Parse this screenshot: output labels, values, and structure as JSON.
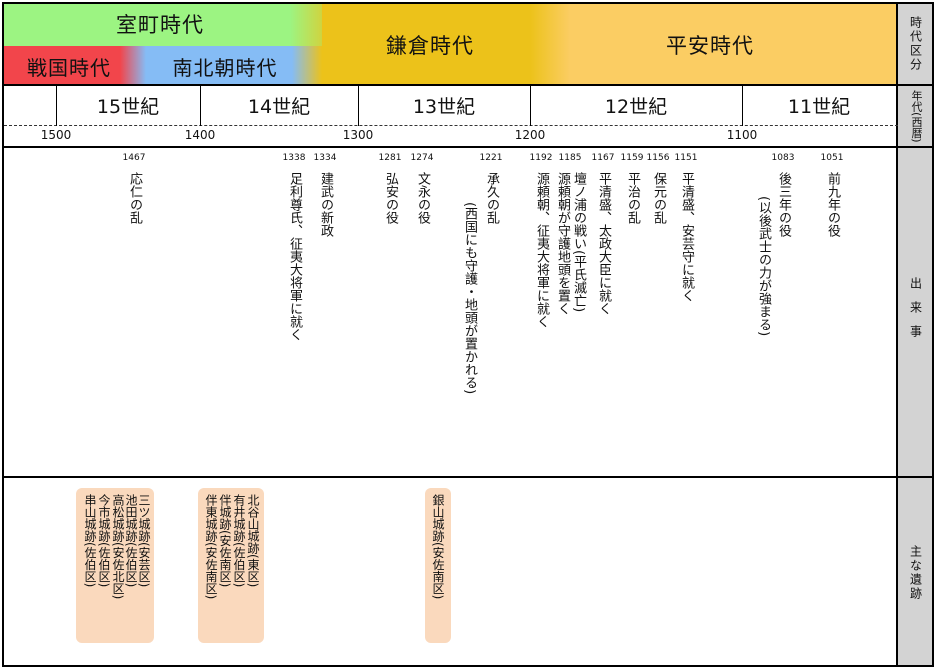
{
  "side_labels": {
    "era_division": "時代区分",
    "period": "年代(西暦)",
    "events": "出来事",
    "sites": "主な遺跡"
  },
  "eras": {
    "muromachi": "室町時代",
    "sengoku": "戦国時代",
    "nanbokucho": "南北朝時代",
    "kamakura": "鎌倉時代",
    "heian": "平安時代"
  },
  "colors": {
    "muromachi": "#9cf482",
    "sengoku": "#f2454b",
    "nanbokucho": "#85bcf5",
    "kamakura": "#ecc21a",
    "heian": "#fbcd63",
    "side": "#d3d3d3",
    "site_box": "#fad9bd"
  },
  "centuries": [
    "15世紀",
    "14世紀",
    "13世紀",
    "12世紀",
    "11世紀"
  ],
  "years": [
    "1500",
    "1400",
    "1300",
    "1200",
    "1100"
  ],
  "events": [
    {
      "year": "1467",
      "text": "応仁の乱"
    },
    {
      "year": "1338",
      "text": "足利尊氏、征夷大将軍に就く"
    },
    {
      "year": "1334",
      "text": "建武の新政"
    },
    {
      "year": "1281",
      "text": "弘安の役"
    },
    {
      "year": "1274",
      "text": "文永の役"
    },
    {
      "year": "1221",
      "text": "承久の乱",
      "note": "(西国にも守護・地頭が置かれる)"
    },
    {
      "year": "1192",
      "text": "源頼朝、征夷大将軍に就く"
    },
    {
      "year": "1185",
      "text": "壇ノ浦の戦い(平氏滅亡)",
      "note": "源頼朝が守護地頭を置く"
    },
    {
      "year": "1167",
      "text": "平清盛、太政大臣に就く"
    },
    {
      "year": "1159",
      "text": "平治の乱"
    },
    {
      "year": "1156",
      "text": "保元の乱"
    },
    {
      "year": "1151",
      "text": "平清盛、安芸守に就く"
    },
    {
      "year": "1083",
      "text": "後三年の役",
      "note": "(以後武士の力が強まる)"
    },
    {
      "year": "1051",
      "text": "前九年の役"
    }
  ],
  "sites": {
    "group1": [
      "三ツ城跡(安芸区)",
      "池田城跡(佐伯区)",
      "高松城跡(安佐北区)",
      "今市城跡(佐伯区)",
      "串山城跡(佐伯区)"
    ],
    "group2": [
      "北谷山城跡(東区)",
      "有井城跡(佐伯区)",
      "伴城跡(安佐南区)",
      "伴東城跡(安佐南区)"
    ],
    "group3": [
      "銀山城跡(安佐南区)"
    ]
  }
}
